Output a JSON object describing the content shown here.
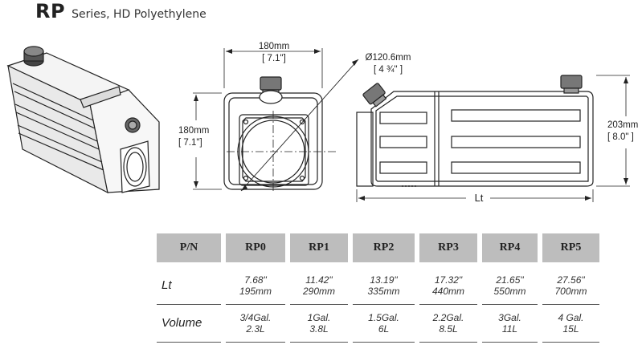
{
  "header": {
    "series": "RP",
    "subtitle": "Series, HD Polyethylene"
  },
  "dimensions": {
    "front_width": {
      "metric": "180mm",
      "imperial": "[ 7.1\"]"
    },
    "front_height": {
      "metric": "180mm",
      "imperial": "[ 7.1\"]"
    },
    "diameter": {
      "metric": "Ø120.6mm",
      "imperial": "[ 4 ¾\" ]"
    },
    "side_height": {
      "metric": "203mm",
      "imperial": "[ 8.0\" ]"
    },
    "length": {
      "label": "Lt"
    }
  },
  "table": {
    "headers": [
      "P/N",
      "RP0",
      "RP1",
      "RP2",
      "RP3",
      "RP4",
      "RP5"
    ],
    "rows": [
      {
        "label": "Lt",
        "cells": [
          {
            "l1": "7.68\"",
            "l2": "195mm"
          },
          {
            "l1": "11.42\"",
            "l2": "290mm"
          },
          {
            "l1": "13.19\"",
            "l2": "335mm"
          },
          {
            "l1": "17.32\"",
            "l2": "440mm"
          },
          {
            "l1": "21.65\"",
            "l2": "550mm"
          },
          {
            "l1": "27.56\"",
            "l2": "700mm"
          }
        ]
      },
      {
        "label": "Volume",
        "cells": [
          {
            "l1": "3/4Gal.",
            "l2": "2.3L"
          },
          {
            "l1": "1Gal.",
            "l2": "3.8L"
          },
          {
            "l1": "1.5Gal.",
            "l2": "6L"
          },
          {
            "l1": "2.2Gal.",
            "l2": "8.5L"
          },
          {
            "l1": "3Gal.",
            "l2": "11L"
          },
          {
            "l1": "4 Gal.",
            "l2": "15L"
          }
        ]
      }
    ]
  }
}
